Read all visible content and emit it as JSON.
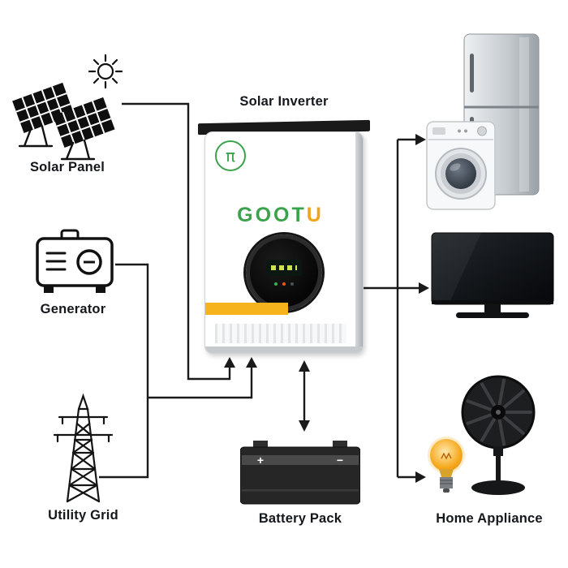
{
  "nodes": {
    "solar_panel": {
      "label": "Solar Panel"
    },
    "generator": {
      "label": "Generator"
    },
    "utility_grid": {
      "label": "Utility Grid"
    },
    "solar_inverter": {
      "label": "Solar Inverter"
    },
    "battery_pack": {
      "label": "Battery Pack"
    },
    "home_appliance": {
      "label": "Home Appliance"
    }
  },
  "inverter": {
    "brand_prefix": "GOOT",
    "brand_suffix": "U",
    "logo_symbol": "π"
  },
  "battery": {
    "plus_symbol": "+",
    "minus_symbol": "−"
  },
  "edges": [
    {
      "from": "solar_panel",
      "to": "solar_inverter",
      "type": "arrow"
    },
    {
      "from": "generator",
      "to": "solar_inverter",
      "type": "arrow"
    },
    {
      "from": "utility_grid",
      "to": "solar_inverter",
      "type": "arrow"
    },
    {
      "from": "solar_inverter",
      "to": "battery_pack",
      "type": "bidirectional-arrow"
    },
    {
      "from": "solar_inverter",
      "to": "home_appliance",
      "type": "arrow"
    }
  ],
  "colors": {
    "wire": "#1a1a1a",
    "brand_green": "#3aa24a",
    "brand_orange": "#f2a41f",
    "accent_yellow": "#f6b31b"
  }
}
